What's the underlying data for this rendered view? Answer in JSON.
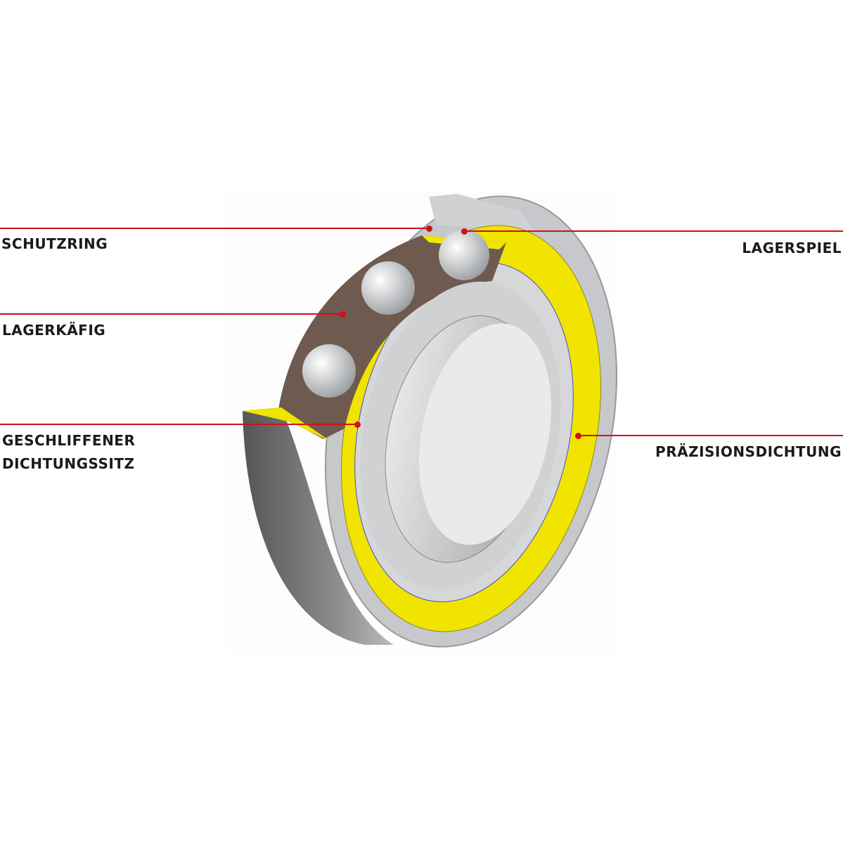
{
  "labels": {
    "schutzring": "SCHUTZRING",
    "lagerkaefig": "LAGERKÄFIG",
    "geschliffener_line1": "GESCHLIFFENER",
    "geschliffener_line2": "DICHTUNGSSITZ",
    "lagerspiel": "LAGERSPIEL",
    "praezisionsdichtung": "PRÄZISIONSDICHTUNG"
  },
  "colors": {
    "leader": "#d0101a",
    "seal": "#f0e400",
    "cage": "#6e5a4e",
    "ring": "#c8cacd"
  }
}
